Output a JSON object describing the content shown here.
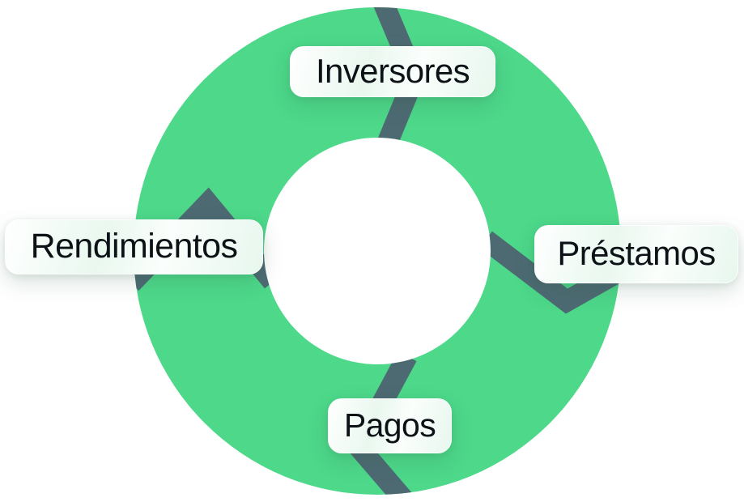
{
  "diagram": {
    "type": "cycle",
    "direction": "clockwise",
    "title": "",
    "nodes": [
      {
        "id": "inversores",
        "label": "Inversores",
        "position": "top"
      },
      {
        "id": "prestamos",
        "label": "Préstamos",
        "position": "right"
      },
      {
        "id": "pagos",
        "label": "Pagos",
        "position": "bottom"
      },
      {
        "id": "rendimientos",
        "label": "Rendimientos",
        "position": "left"
      }
    ],
    "flow": [
      "Inversores",
      "Préstamos",
      "Pagos",
      "Rendimientos"
    ]
  },
  "colors": {
    "ring_green": "#4DD88A",
    "gap_slate": "#4D6A73",
    "pill_bg": "#EDF9F2",
    "text": "#0D1217",
    "background": "#FFFFFF"
  }
}
